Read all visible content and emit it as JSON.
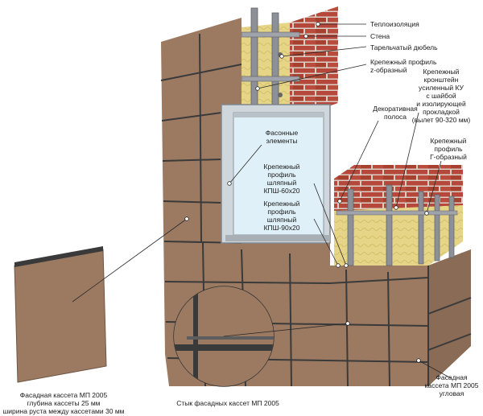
{
  "labels": {
    "teploizolyatsiya": "Теплоизоляция",
    "stena": "Стена",
    "dyubel": "Тарельчатый дюбель",
    "z_profil": "Крепежный профиль\nz-образный",
    "kronshtein": "Крепежный\nкронштейн\nусиленный КУ\nс шайбой\nи изолирующей\nпрокладкой\n(вылет 90-320 мм)",
    "dekor_polosa": "Декоративная\nполоса",
    "fasonnye": "Фасонные\nэлементы",
    "kpsh60": "Крепежный\nпрофиль\nшляпный\nКПШ-60х20",
    "kpsh90": "Крепежный\nпрофиль\nшляпный\nКПШ-90х20",
    "g_profil": "Крепежный\nпрофиль\nГ-образный",
    "kasseta_uglovaya": "Фасадная\nкассета МП 2005\nугловая",
    "kasseta_left": "Фасадная кассета МП 2005\nглубина кассеты 25 мм\nширина руста между кассетами 30 мм",
    "styk": "Стык фасадных кассет МП 2005"
  },
  "colors": {
    "cassette": "#9c7a62",
    "cassette_dark": "#7e604c",
    "seam": "#3a3a3a",
    "brick": "#b5483a",
    "mortar": "#d9cfc4",
    "insulation": "#e6d487",
    "profile": "#8d9197",
    "glass": "#dff0f8"
  },
  "icons": {
    "leader_dot": "circle-marker"
  }
}
